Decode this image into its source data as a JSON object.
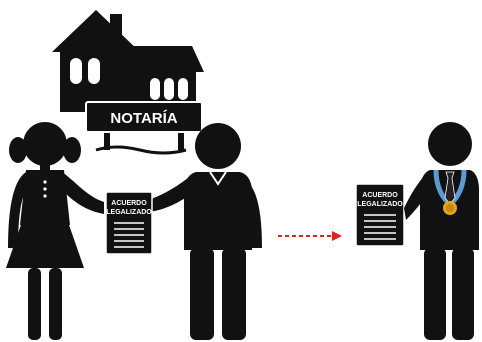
{
  "sign": {
    "label": "NOTARÍA"
  },
  "documents": [
    {
      "line1": "ACUERDO",
      "line2": "LEGALIZADO"
    },
    {
      "line1": "ACUERDO",
      "line2": "LEGALIZADO"
    }
  ],
  "colors": {
    "ink": "#111111",
    "paper": "#ffffff",
    "arrow": "#e0221b",
    "ribbon": "#5b9bd5",
    "medal": "#e2a41c"
  }
}
